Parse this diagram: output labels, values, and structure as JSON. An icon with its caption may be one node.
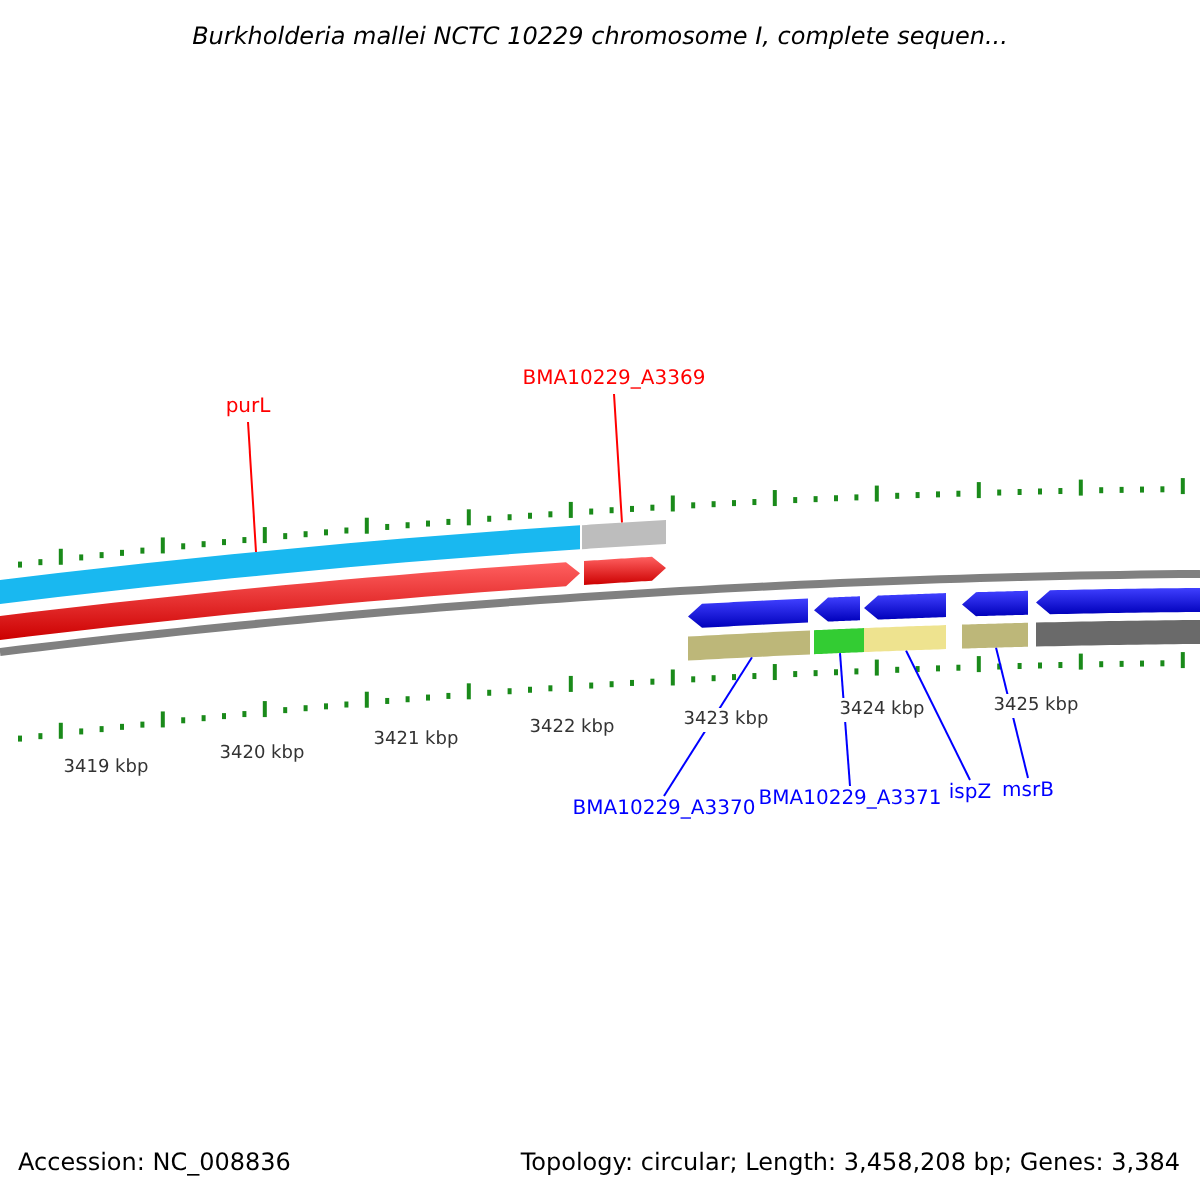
{
  "diagram": {
    "title": "Burkholderia mallei NCTC 10229 chromosome I, complete sequen...",
    "nodes": [
      {
        "text": [
          "purL"
        ]
      },
      {
        "text": [
          "BMA10229_A3369"
        ]
      },
      {
        "text": [],
        "shape": "bar"
      },
      {
        "text": [],
        "shape": "bar"
      },
      {
        "text": [
          "BMA10229_A3370"
        ]
      },
      {
        "text": [
          "BMA10229_A3371"
        ]
      },
      {
        "text": [
          "ispZ"
        ]
      },
      {
        "text": [
          "msrB"
        ]
      },
      {
        "text": [],
        "shape": "bar"
      },
      {
        "text": [],
        "shape": "bar"
      },
      {
        "text": [],
        "shape": "bar"
      },
      {
        "text": [],
        "shape": "bar"
      },
      {
        "text": [],
        "shape": "arrow"
      },
      {
        "text": [],
        "shape": "arrow"
      },
      {
        "text": [],
        "shape": "arrow"
      },
      {
        "text": [],
        "shape": "arrow"
      },
      {
        "text": [],
        "shape": "arrow"
      },
      {
        "text": [],
        "shape": "arrow"
      },
      {
        "text": [],
        "shape": "arrow"
      },
      {
        "text": [],
        "shape": "bar"
      }
    ],
    "edges": [
      {
        "from": 0,
        "to": 2,
        "arrow": "none",
        "color": "#ff0000"
      },
      {
        "from": 1,
        "to": 3,
        "arrow": "none",
        "color": "#ff0000"
      },
      {
        "from": 4,
        "to": 8,
        "arrow": "none"
      },
      {
        "from": 5,
        "to": 9,
        "arrow": "none"
      },
      {
        "from": 6,
        "to": 10,
        "arrow": "none"
      },
      {
        "from": 7,
        "to": 11,
        "arrow": "none"
      }
    ],
    "labels": [
      "3419 kbp",
      "3420 kbp",
      "3421 kbp",
      "3422 kbp",
      "3423 kbp",
      "3424 kbp",
      "3425 kbp",
      "Accession: NC_008836",
      "Topology: circular; Length: 3,458,208 bp; Genes: 3,384"
    ]
  }
}
